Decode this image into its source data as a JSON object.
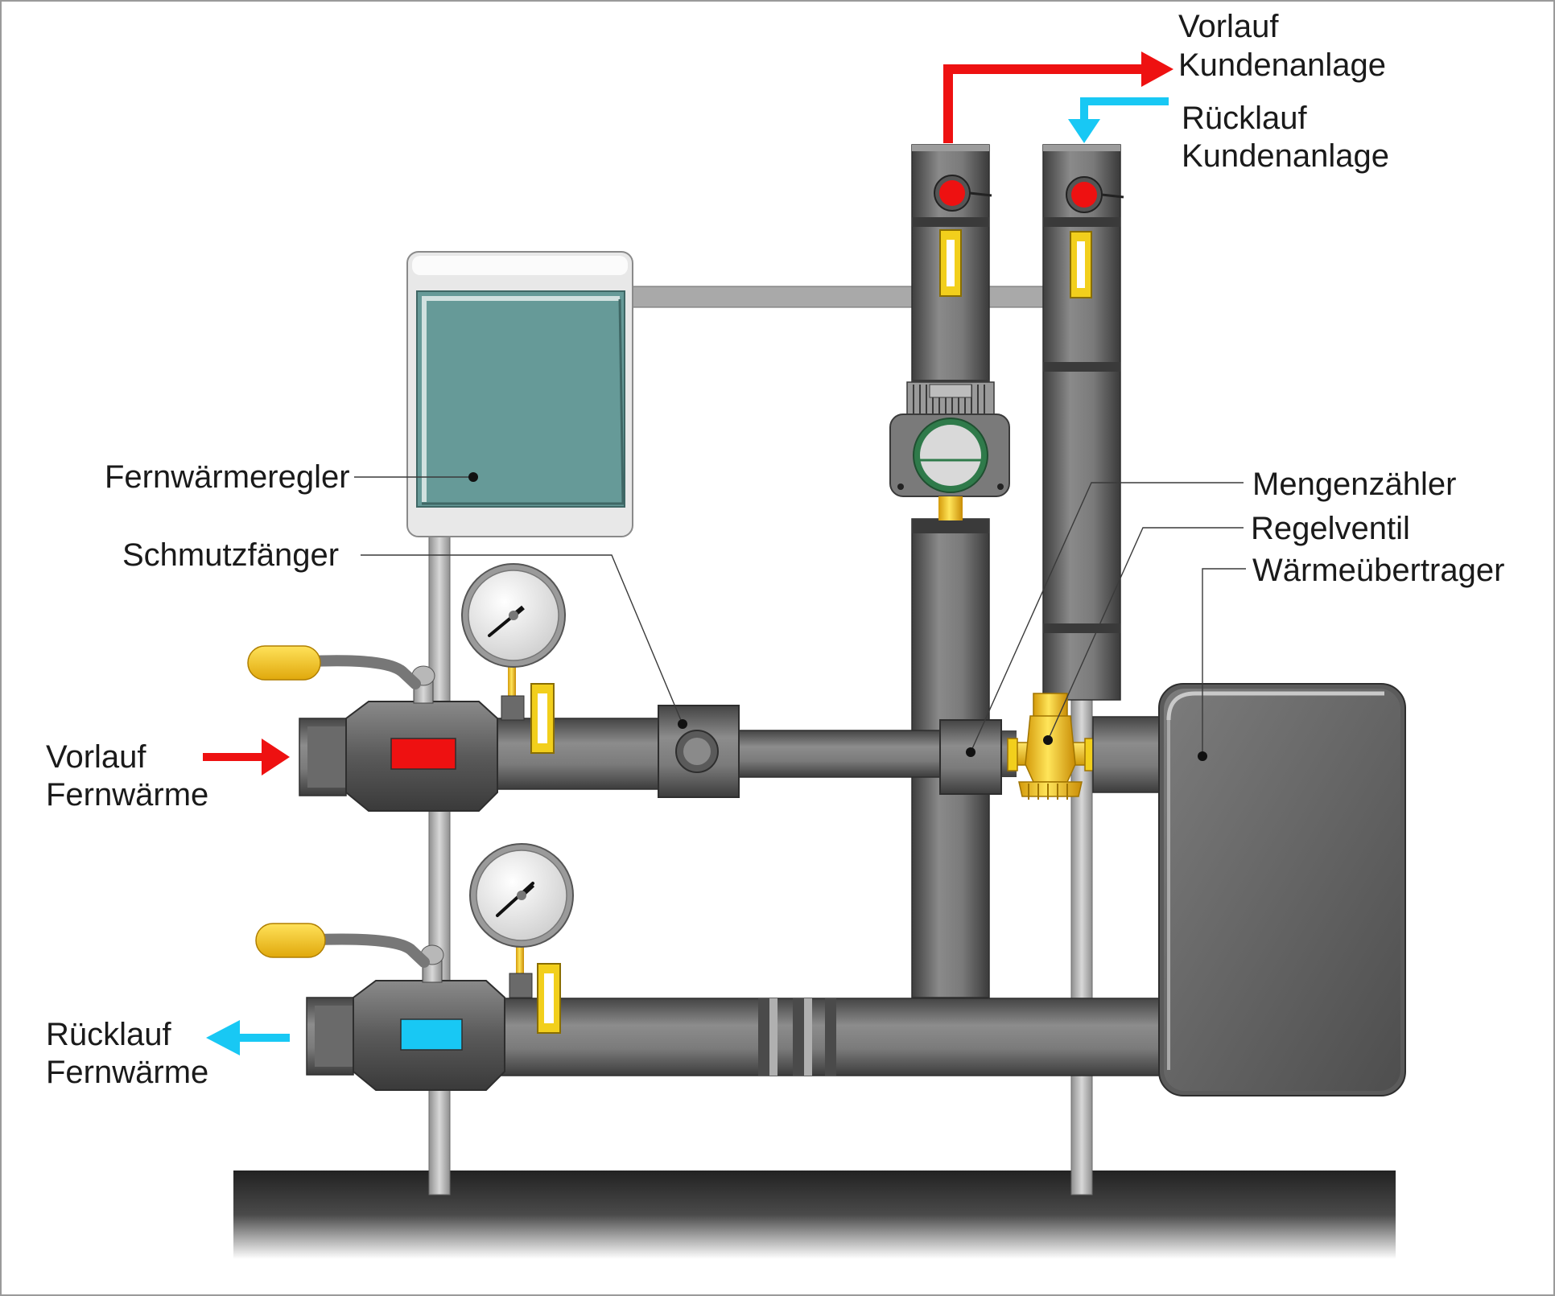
{
  "labels": {
    "vorlauf_kunden_1": "Vorlauf",
    "vorlauf_kunden_2": "Kundenanlage",
    "ruecklauf_kunden_1": "Rücklauf",
    "ruecklauf_kunden_2": "Kundenanlage",
    "regler": "Fernwärmeregler",
    "schmutz": "Schmutzfänger",
    "menge": "Mengenzähler",
    "regelventil": "Regelventil",
    "waerme": "Wärmeübertrager",
    "vorlauf_fern_1": "Vorlauf",
    "vorlauf_fern_2": "Fernwärme",
    "ruecklauf_fern_1": "Rücklauf",
    "ruecklauf_fern_2": "Fernwärme"
  },
  "colors": {
    "supply": "#ee1111",
    "return": "#18c8f4",
    "pipe": "#6b6b6b",
    "brass": "#f2cf1c",
    "screen": "#669a98"
  }
}
